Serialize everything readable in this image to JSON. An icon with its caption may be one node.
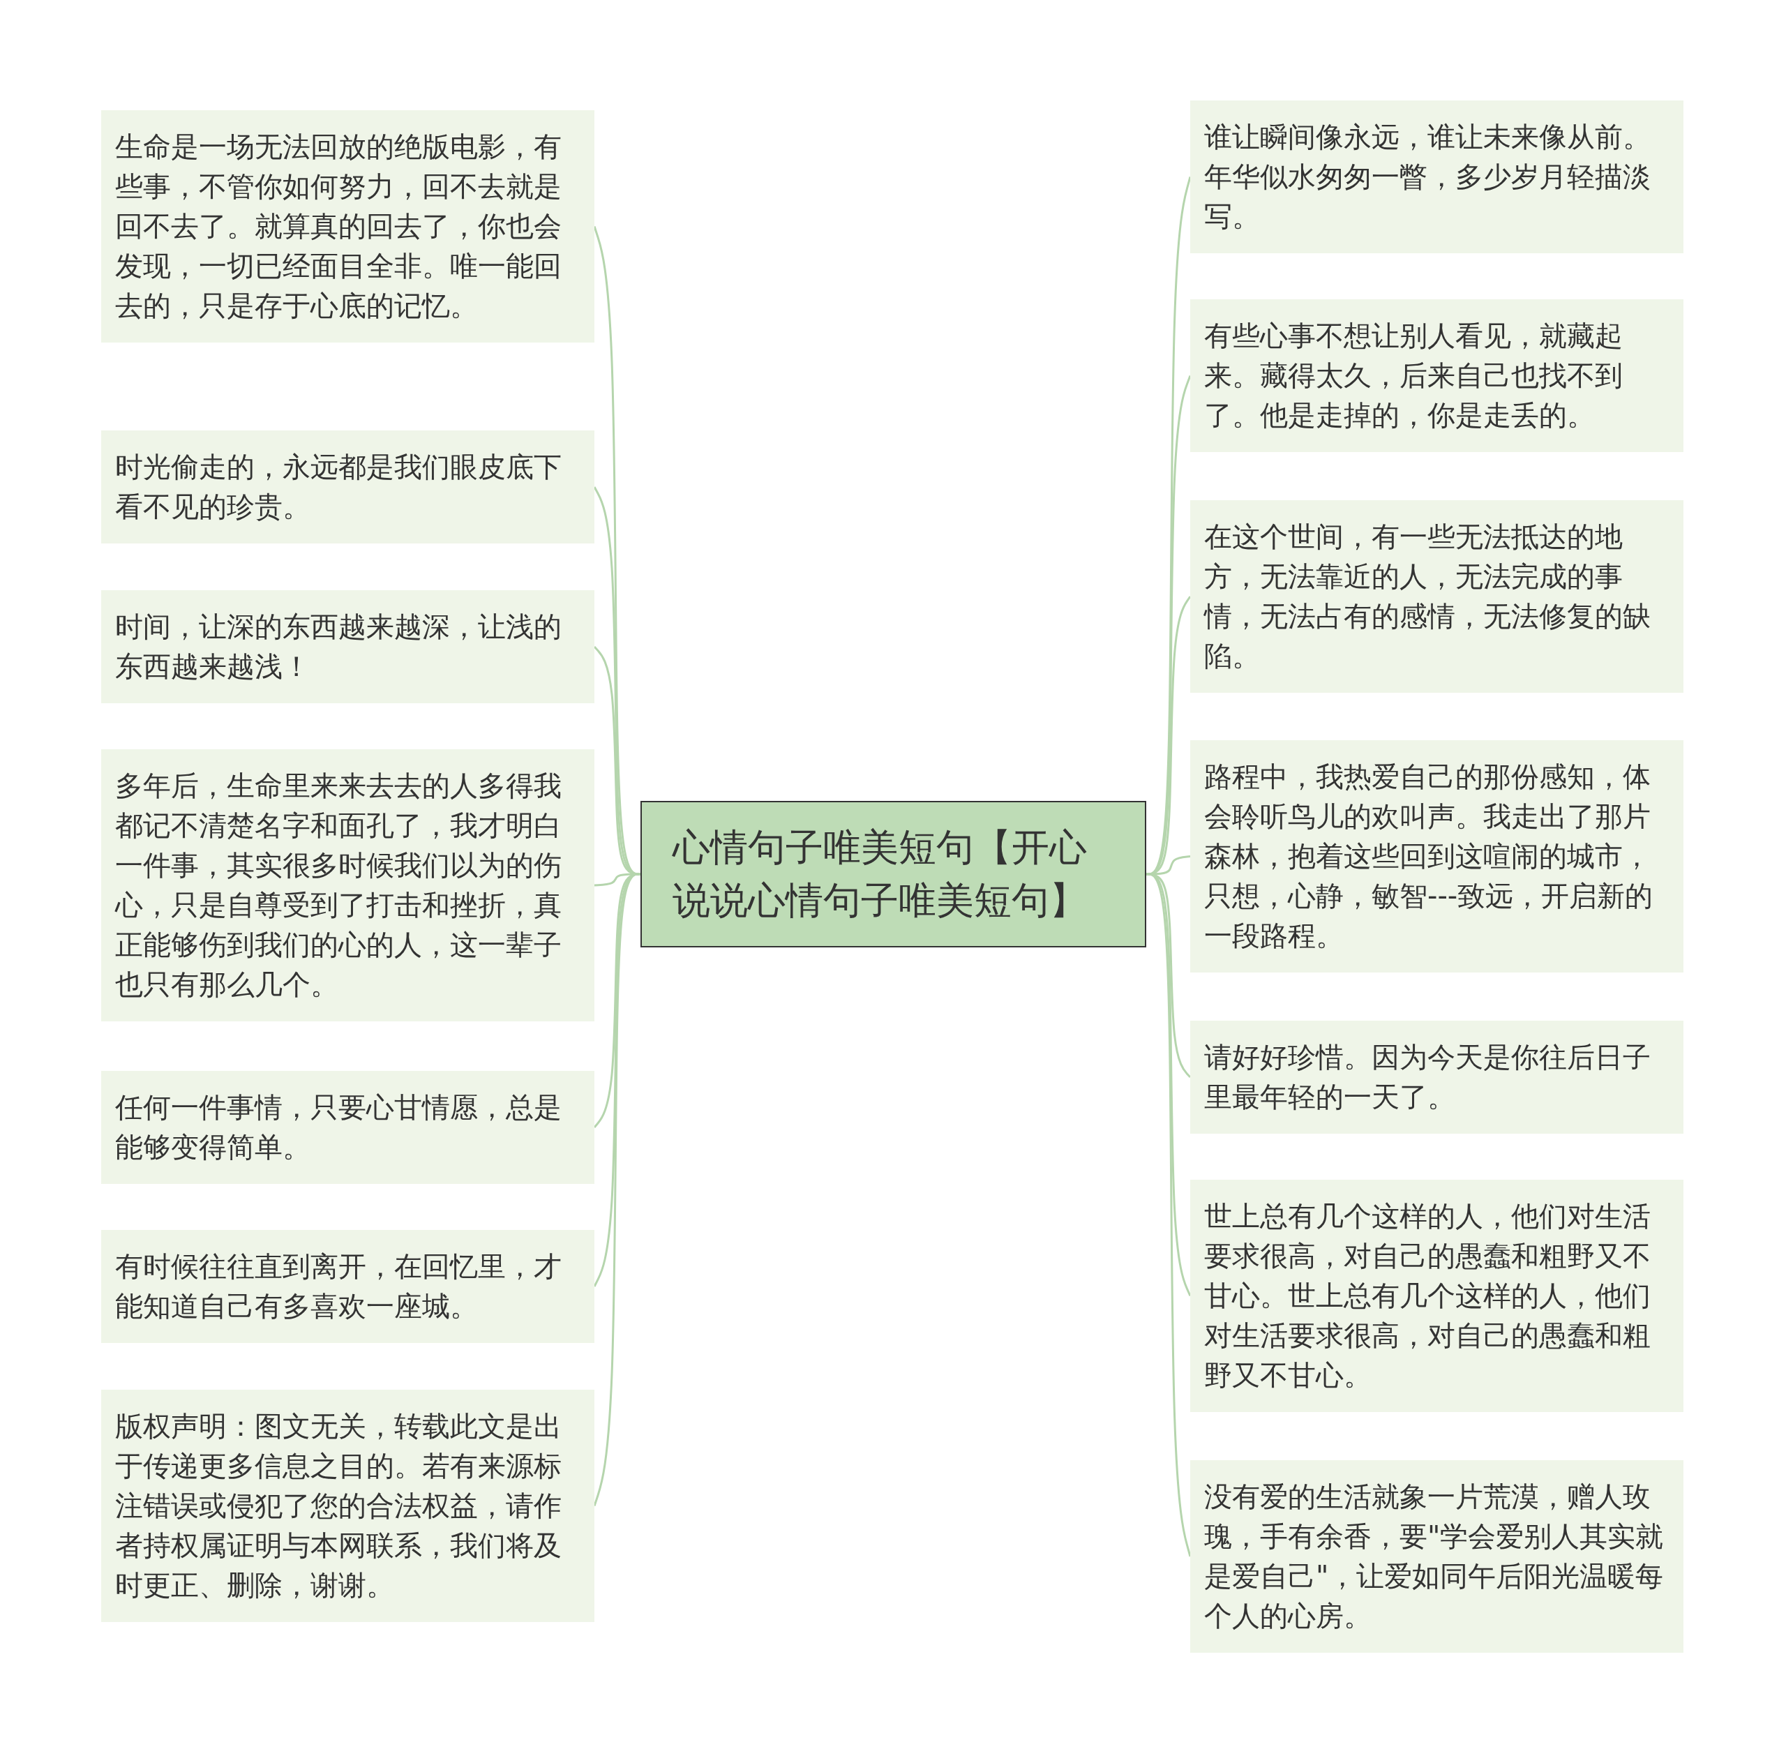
{
  "diagram": {
    "nodes": [
      {
        "text": [
          "心情句子唯美短句【开心说说心情句子唯美短句】"
        ]
      },
      {
        "text": [
          "生命是一场无法回放的绝版电影，有些事，不管你如何努力，回不去就是回不去了。就算真的回去了，你也会发现，一切已经面目全非。唯一能回去的，只是存于心底的记忆。"
        ]
      },
      {
        "text": [
          "时光偷走的，永远都是我们眼皮底下看不见的珍贵。"
        ]
      },
      {
        "text": [
          "时间，让深的东西越来越深，让浅的东西越来越浅！"
        ]
      },
      {
        "text": [
          "多年后，生命里来来去去的人多得我都记不清楚名字和面孔了，我才明白一件事，其实很多时候我们以为的伤心，只是自尊受到了打击和挫折，真正能够伤到我们的心的人，这一辈子也只有那么几个。"
        ]
      },
      {
        "text": [
          "任何一件事情，只要心甘情愿，总是能够变得简单。"
        ]
      },
      {
        "text": [
          "有时候往往直到离开，在回忆里，才能知道自己有多喜欢一座城。"
        ]
      },
      {
        "text": [
          "版权声明：图文无关，转载此文是出于传递更多信息之目的。若有来源标注错误或侵犯了您的合法权益，请作者持权属证明与本网联系，我们将及时更正、删除，谢谢。"
        ]
      },
      {
        "text": [
          "谁让瞬间像永远，谁让未来像从前。年华似水匆匆一瞥，多少岁月轻描淡写。"
        ]
      },
      {
        "text": [
          "有些心事不想让别人看见，就藏起来。藏得太久，后来自己也找不到了。他是走掉的，你是走丢的。"
        ]
      },
      {
        "text": [
          "在这个世间，有一些无法抵达的地方，无法靠近的人，无法完成的事情，无法占有的感情，无法修复的缺陷。"
        ]
      },
      {
        "text": [
          "路程中，我热爱自己的那份感知，体会聆听鸟儿的欢叫声。我走出了那片森林，抱着这些回到这喧闹的城市，只想，心静，敏智---致远，开启新的一段路程。"
        ]
      },
      {
        "text": [
          "请好好珍惜。因为今天是你往后日子里最年轻的一天了。"
        ]
      },
      {
        "text": [
          "世上总有几个这样的人，他们对生活要求很高，对自己的愚蠢和粗野又不甘心。世上总有几个这样的人，他们对生活要求很高，对自己的愚蠢和粗野又不甘心。"
        ]
      },
      {
        "text": [
          "没有爱的生活就象一片荒漠，赠人玫瑰，手有余香，要\"学会爱别人其实就是爱自己\"，让爱如同午后阳光温暖每个人的心房。"
        ]
      }
    ],
    "edges": [
      {
        "from": 0,
        "to": 1,
        "arrow": "none"
      },
      {
        "from": 0,
        "to": 2,
        "arrow": "none"
      },
      {
        "from": 0,
        "to": 3,
        "arrow": "none"
      },
      {
        "from": 0,
        "to": 4,
        "arrow": "none"
      },
      {
        "from": 0,
        "to": 5,
        "arrow": "none"
      },
      {
        "from": 0,
        "to": 6,
        "arrow": "none"
      },
      {
        "from": 0,
        "to": 7,
        "arrow": "none"
      },
      {
        "from": 0,
        "to": 8,
        "arrow": "none"
      },
      {
        "from": 0,
        "to": 9,
        "arrow": "none"
      },
      {
        "from": 0,
        "to": 10,
        "arrow": "none"
      },
      {
        "from": 0,
        "to": 11,
        "arrow": "none"
      },
      {
        "from": 0,
        "to": 12,
        "arrow": "none"
      },
      {
        "from": 0,
        "to": 13,
        "arrow": "none"
      },
      {
        "from": 0,
        "to": 14,
        "arrow": "none"
      }
    ]
  }
}
